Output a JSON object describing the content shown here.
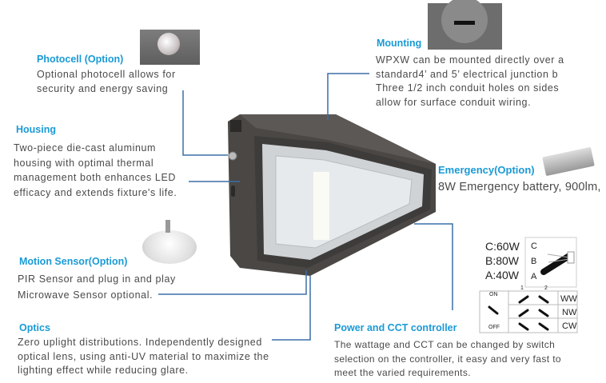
{
  "photocell": {
    "title": "Photocell (Option)",
    "lines": [
      "Optional photocell allows for",
      "security and energy saving"
    ]
  },
  "housing": {
    "title": "Housing",
    "lines": [
      "Two-piece die-cast aluminum",
      "housing with optimal thermal",
      "management both enhances LED",
      "efficacy and extends fixture's life."
    ]
  },
  "mounting": {
    "title": "Mounting",
    "lines": [
      "WPXW can be mounted directly over a",
      "standard4’ and 5’ electrical junction b",
      "Three 1/2 inch conduit holes on sides",
      "allow for surface conduit wiring."
    ]
  },
  "emergency": {
    "title": "Emergency(Option)",
    "lines": [
      "8W Emergency battery, 900lm,"
    ]
  },
  "motion": {
    "title": "Motion Sensor(Option)",
    "lines": [
      "PIR Sensor and plug in and play",
      "Microwave Sensor optional."
    ]
  },
  "optics": {
    "title": "Optics",
    "lines": [
      "Zero uplight distributions. Independently designed",
      "optical lens, using anti-UV material to maximize the",
      "lighting effect while reducing glare."
    ]
  },
  "power": {
    "title": "Power and CCT controller",
    "lines": [
      "The wattage and CCT can be changed by switch",
      "selection on the controller, it easy and very fast to",
      "meet the varied requirements."
    ]
  },
  "wattage": {
    "options": [
      "C:60W",
      "B:80W",
      "A:40W"
    ],
    "positions": [
      "C",
      "B",
      "A"
    ]
  },
  "cct": {
    "on": "ON",
    "off": "OFF",
    "cols": [
      "1",
      "2"
    ],
    "rows": [
      "WW",
      "NW",
      "CW"
    ]
  },
  "colors": {
    "title": "#1a9ad6",
    "leader": "#3b6fa8",
    "housing": "#4a4744"
  }
}
